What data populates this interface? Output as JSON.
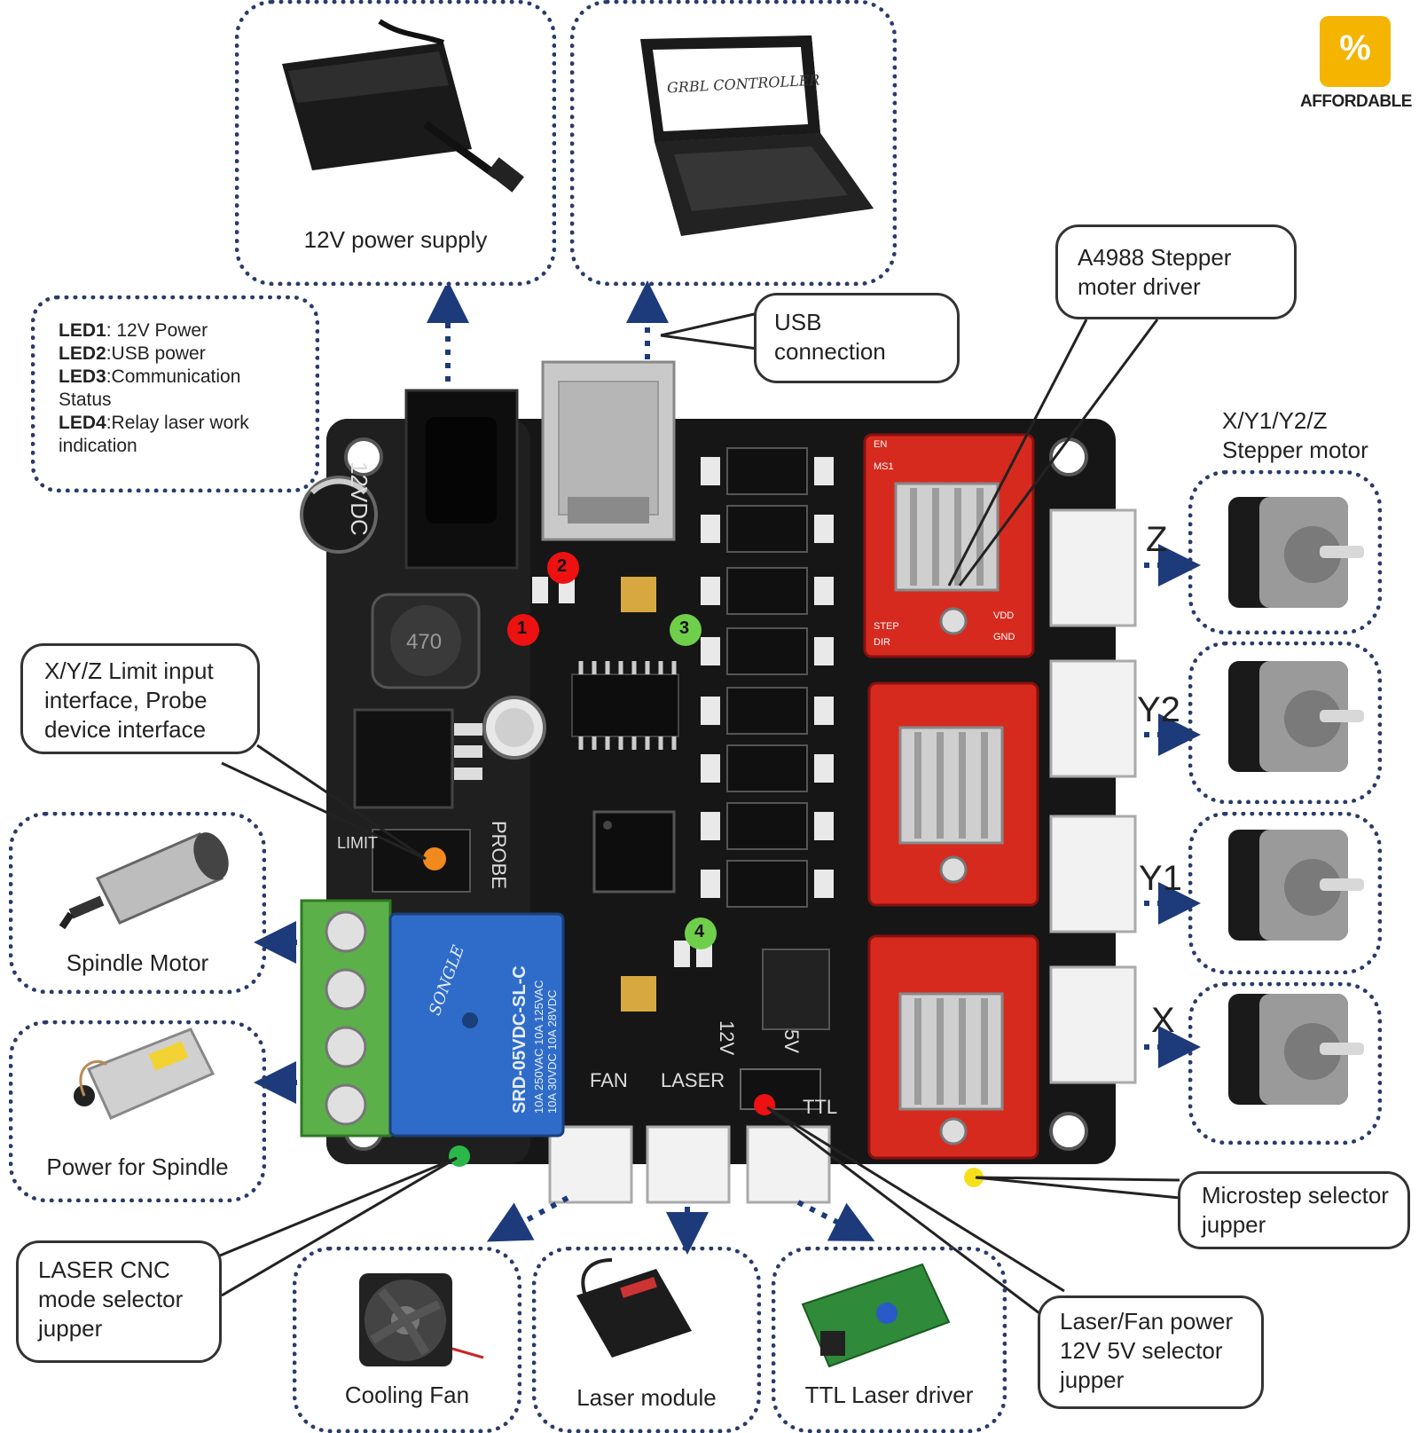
{
  "brand": {
    "badge_symbol": "%",
    "badge_text": "AFFORDABLE",
    "badge_color": "#f4b400"
  },
  "top": {
    "power_supply_label": "12V power supply",
    "laptop_screen_text": "GRBL CONTROLLER"
  },
  "callouts": {
    "usb": "USB connection",
    "a4988": "A4988 Stepper moter driver",
    "limit": "X/Y/Z Limit input interface, Probe device interface",
    "laser_cnc": "LASER CNC mode selector jupper",
    "microstep": "Microstep selector jupper",
    "laser_fan_power": "Laser/Fan power 12V 5V selector jupper"
  },
  "leds": [
    {
      "key": "LED1",
      "desc": ": 12V Power"
    },
    {
      "key": "LED2",
      "desc": ":USB power"
    },
    {
      "key": "LED3",
      "desc": ":Communication Status"
    },
    {
      "key": "LED4",
      "desc": ":Relay laser work indication"
    }
  ],
  "led_markers": [
    "1",
    "2",
    "3",
    "4"
  ],
  "motors": {
    "title": "X/Y1/Y2/Z Stepper motor",
    "axes": [
      "Z",
      "Y2",
      "Y1",
      "X"
    ]
  },
  "left_devices": [
    "Spindle Motor",
    "Power for Spindle"
  ],
  "bottom_devices": [
    "Cooling Fan",
    "Laser module",
    "TTL Laser driver"
  ],
  "board": {
    "silk_12vdc": "12VDC",
    "silk_fan": "FAN",
    "silk_laser": "LASER",
    "silk_12v": "12V",
    "silk_5v": "5V",
    "silk_ttl": "TTL",
    "silk_probe": "PROBE",
    "silk_limit": "LIMIT",
    "relay_brand": "SONGLE",
    "relay_model": "SRD-05VDC-SL-C",
    "relay_rating1": "10A 250VAC 10A 125VAC",
    "relay_rating2": "10A 30VDC 10A 28VDC",
    "inductor": "470",
    "driver_pins_left": [
      "EN",
      "MS1",
      "STEP",
      "DIR"
    ],
    "driver_pins_right": [
      "VDD",
      "GND"
    ]
  }
}
